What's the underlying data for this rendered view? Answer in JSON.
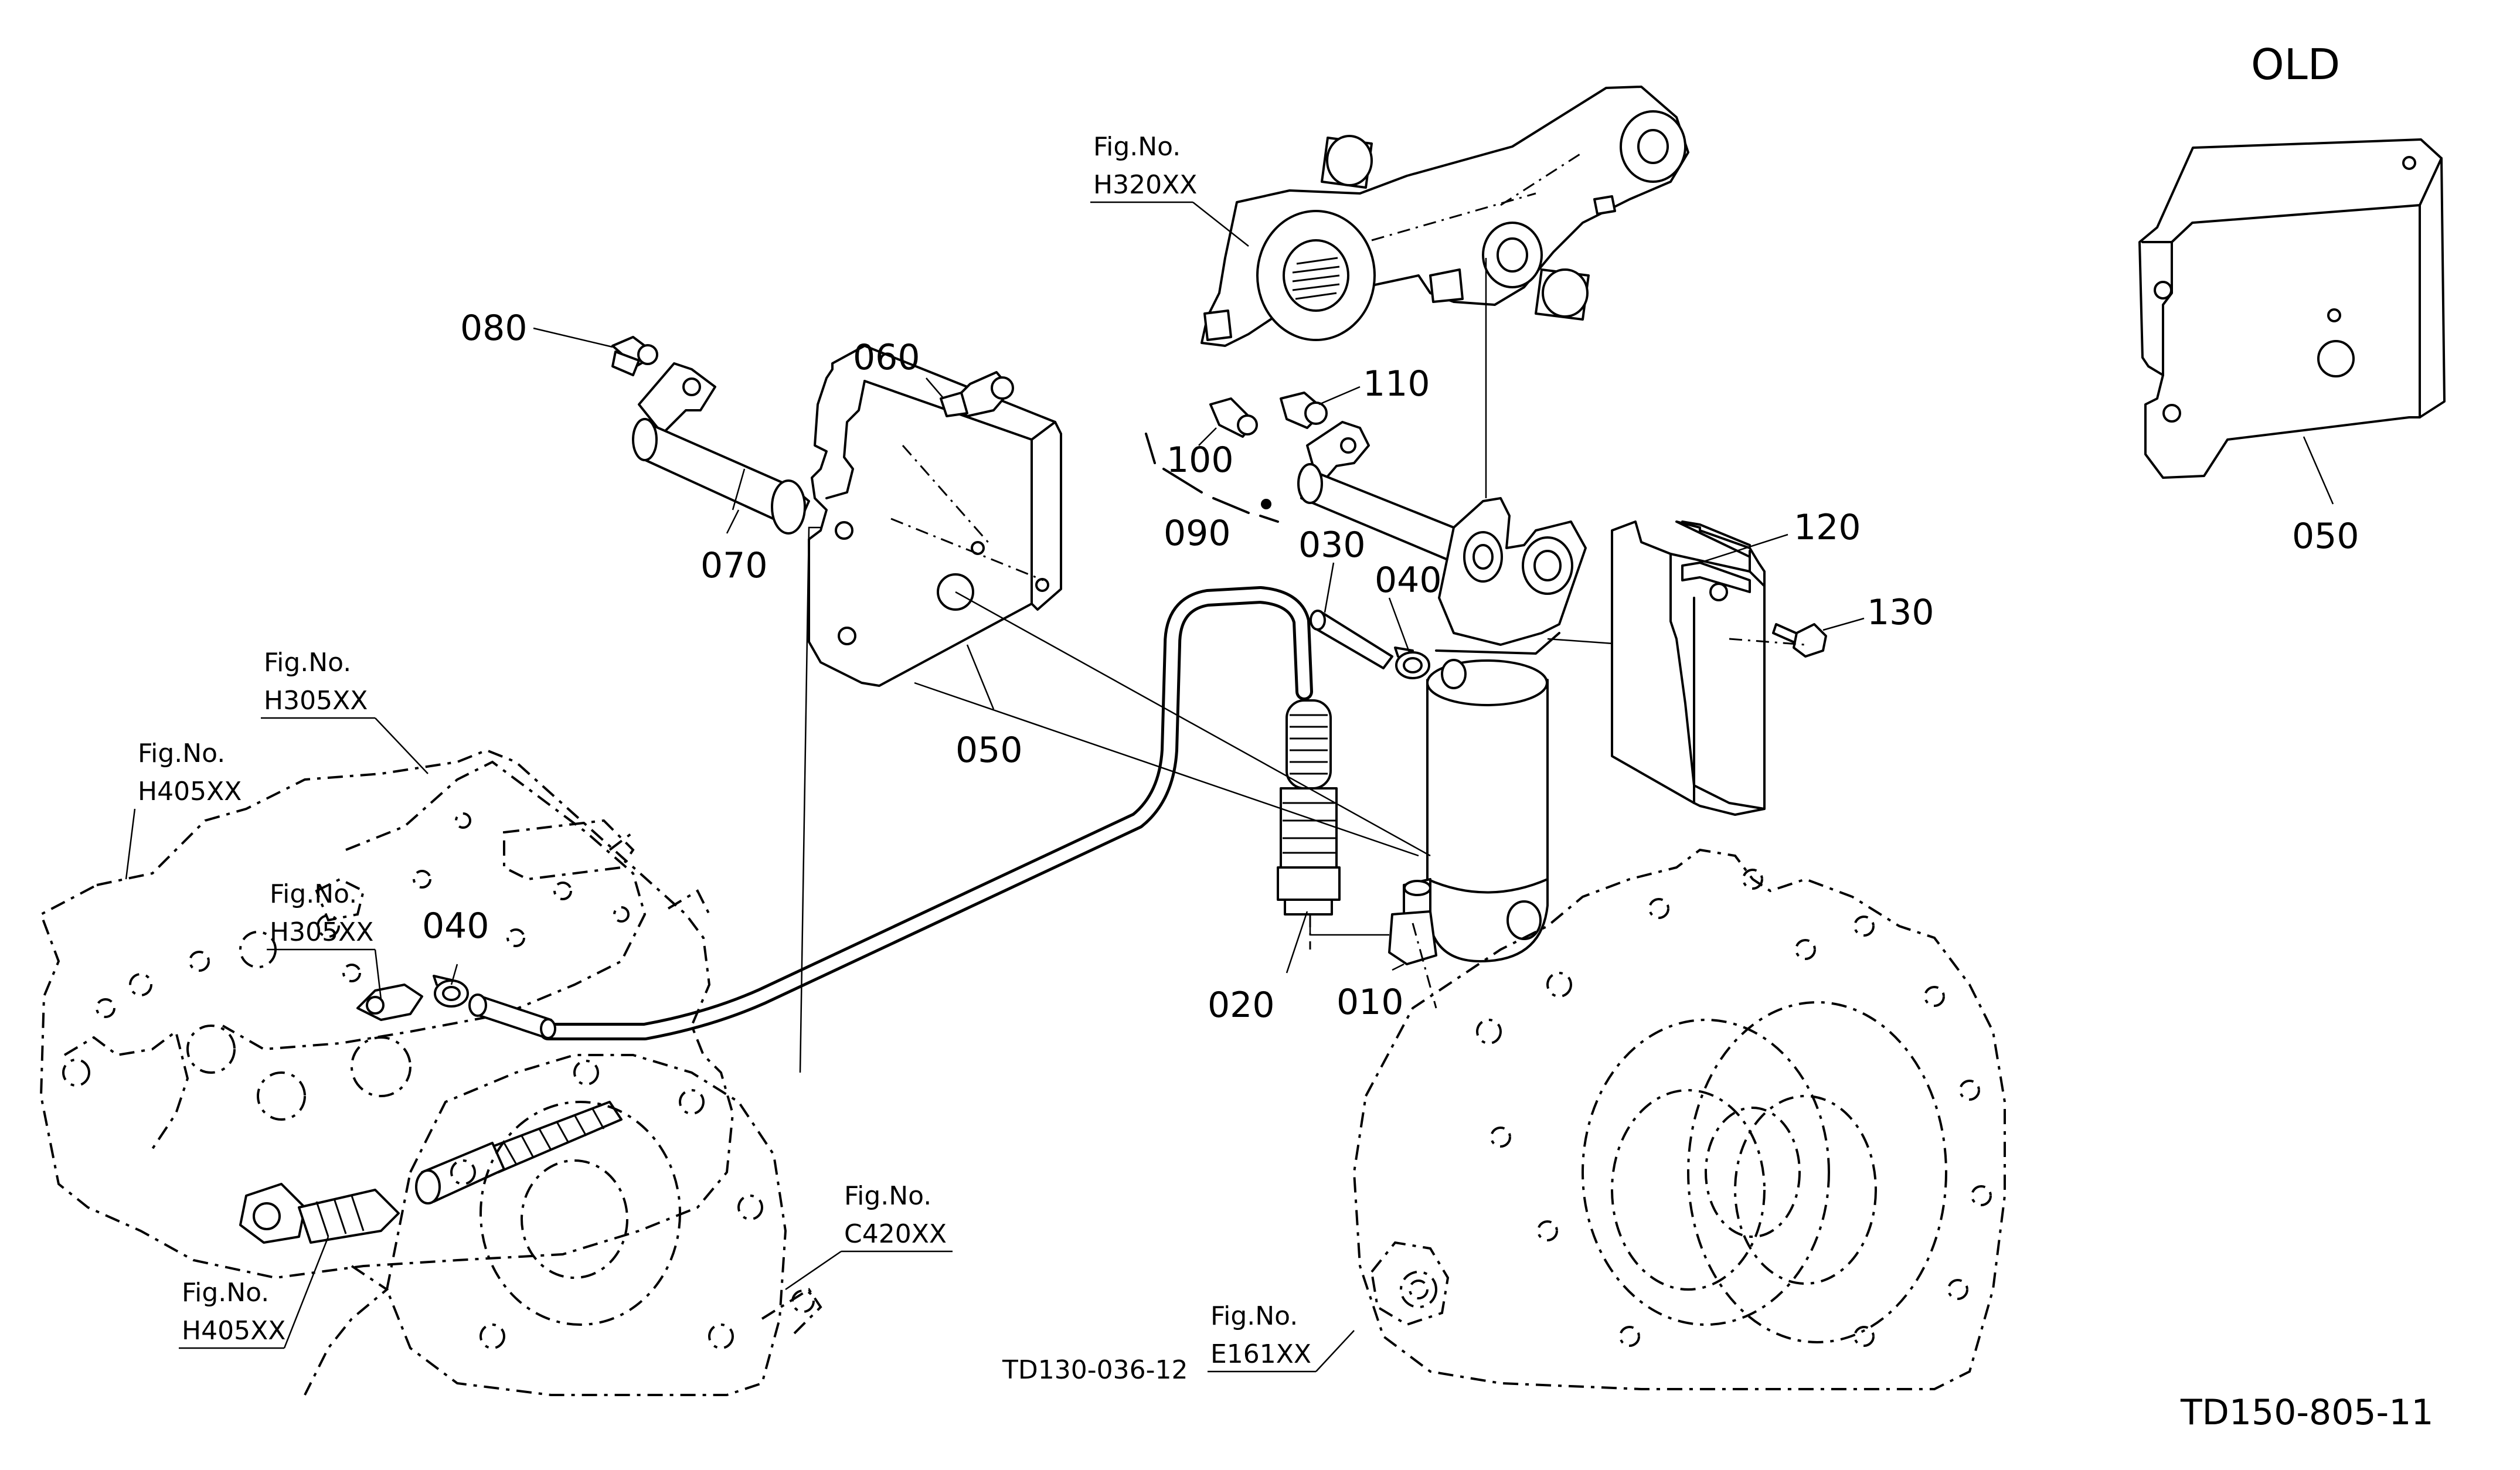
{
  "old_label": "OLD",
  "drawing_codes": {
    "main": "TD150-805-11",
    "inset": "TD130-036-12"
  },
  "part_numbers": {
    "p010": "010",
    "p020": "020",
    "p030": "030",
    "p040_top": "040",
    "p040_left": "040",
    "p050": "050",
    "p050_old": "050",
    "p060": "060",
    "p070": "070",
    "p080": "080",
    "p090": "090",
    "p100": "100",
    "p110": "110",
    "p120": "120",
    "p130": "130"
  },
  "figure_refs": [
    {
      "line1": "Fig.No.",
      "line2": "H320XX"
    },
    {
      "line1": "Fig.No.",
      "line2": "H305XX"
    },
    {
      "line1": "Fig.No.",
      "line2": "H405XX"
    },
    {
      "line1": "Fig.No.",
      "line2": "H305XX"
    },
    {
      "line1": "Fig.No.",
      "line2": "C420XX"
    },
    {
      "line1": "Fig.No.",
      "line2": "H405XX"
    },
    {
      "line1": "Fig.No.",
      "line2": "E161XX"
    }
  ]
}
